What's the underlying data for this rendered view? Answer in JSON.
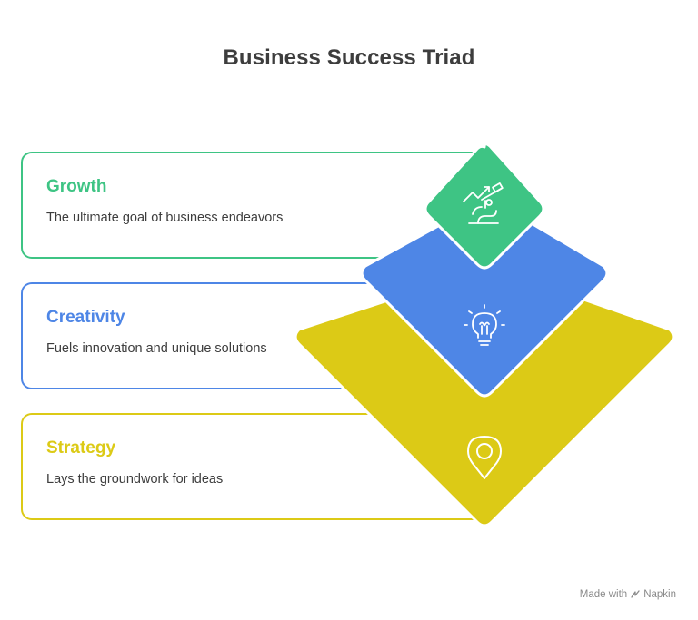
{
  "title": "Business Success Triad",
  "items": [
    {
      "heading": "Growth",
      "description": "The ultimate goal of business endeavors",
      "color": "#3ec484",
      "icon": "growth-telescope-icon"
    },
    {
      "heading": "Creativity",
      "description": "Fuels innovation and unique solutions",
      "color": "#4e86e6",
      "icon": "lightbulb-icon"
    },
    {
      "heading": "Strategy",
      "description": "Lays the groundwork for ideas",
      "color": "#dcca16",
      "icon": "map-pin-icon"
    }
  ],
  "footer": {
    "made_with": "Made with",
    "brand": "Napkin"
  }
}
